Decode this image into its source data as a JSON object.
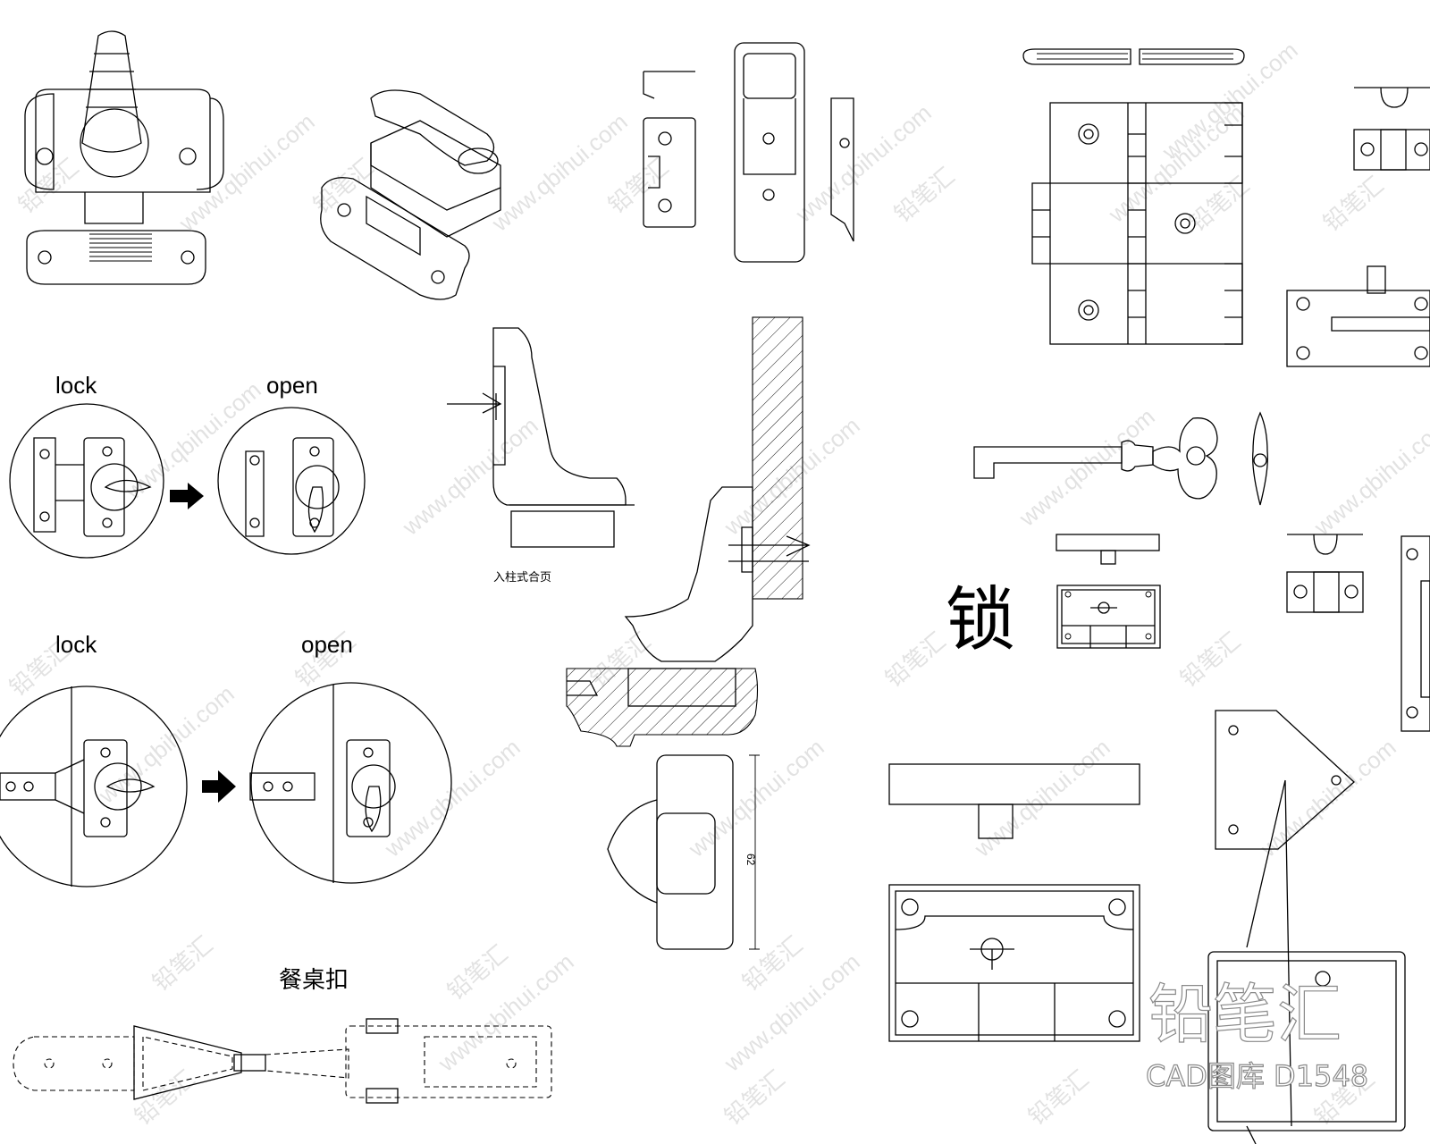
{
  "labels": {
    "lock_1": "lock",
    "open_1": "open",
    "lock_2": "lock",
    "open_2": "open",
    "hinge_caption": "入柱式合页",
    "dimension": "62",
    "lock_title": "锁",
    "table_buckle": "餐桌扣",
    "brand_name": "铅笔汇",
    "brand_caption": "CAD图库 D1548"
  },
  "watermark": {
    "url": "www.qbihui.com",
    "brand": "铅笔汇"
  },
  "colors": {
    "line": "#000000",
    "watermark": "#d9d9d9",
    "background": "#ffffff"
  }
}
